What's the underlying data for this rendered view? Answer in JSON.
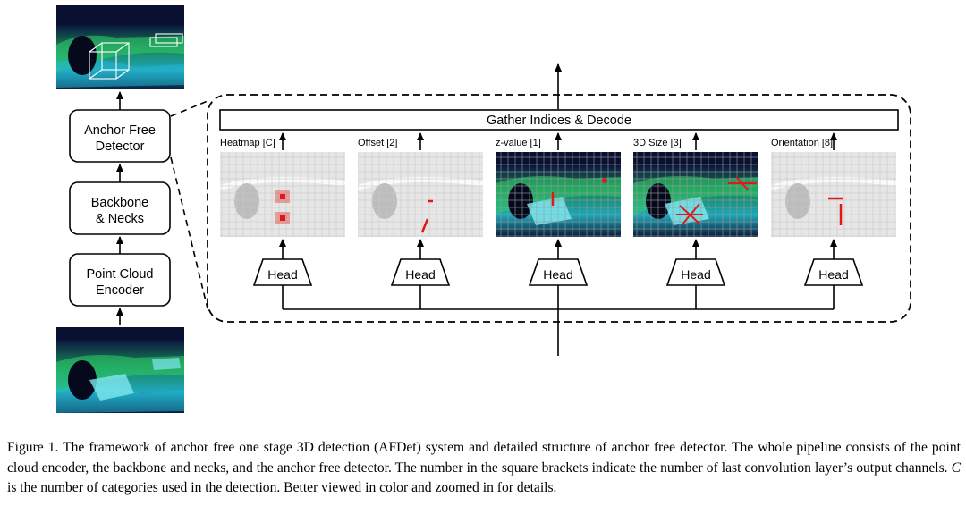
{
  "figure": {
    "pipeline": {
      "encoder_line1": "Point Cloud",
      "encoder_line2": "Encoder",
      "backbone_line1": "Backbone",
      "backbone_line2": "& Necks",
      "detector_line1": "Anchor Free",
      "detector_line2": "Detector"
    },
    "detector": {
      "gather_label": "Gather Indices & Decode",
      "heads": [
        {
          "title": "Heatmap [C]",
          "head_label": "Head",
          "style": "gray"
        },
        {
          "title": "Offset [2]",
          "head_label": "Head",
          "style": "gray"
        },
        {
          "title": "z-value [1]",
          "head_label": "Head",
          "style": "color"
        },
        {
          "title": "3D Size [3]",
          "head_label": "Head",
          "style": "color"
        },
        {
          "title": "Orientation [8]",
          "head_label": "Head",
          "style": "gray"
        }
      ]
    },
    "colors": {
      "lidar_green": "#2fd06a",
      "lidar_cyan": "#22b8d8",
      "lidar_blue": "#1c3aa0",
      "marker_red": "#e01818"
    }
  },
  "caption": {
    "text_before_c": "Figure 1. The framework of anchor free one stage 3D detection (AFDet) system and detailed structure of anchor free detector. The whole pipeline consists of the point cloud encoder, the backbone and necks, and the anchor free detector. The number in the square brackets indicate the number of last convolution layer’s output channels. ",
    "c_symbol": "C",
    "text_after_c": " is the number of categories used in the detection. Better viewed in color and zoomed in for details."
  }
}
